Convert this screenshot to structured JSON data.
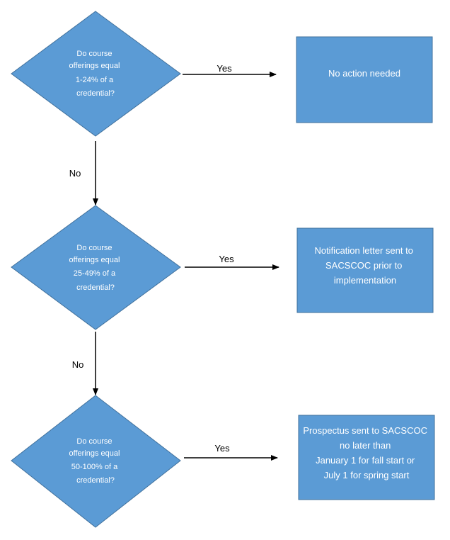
{
  "colors": {
    "shape_fill": "#5b9bd5",
    "shape_border": "#41719c",
    "shape_text": "#ffffff",
    "connector": "#000000"
  },
  "decisions": [
    {
      "lines": [
        "Do course",
        "offerings equal",
        "1-24% of a",
        "credential?"
      ]
    },
    {
      "lines": [
        "Do course",
        "offerings equal",
        "25-49% of a",
        "credential?"
      ]
    },
    {
      "lines": [
        "Do course",
        "offerings equal",
        "50-100% of a",
        "credential?"
      ]
    }
  ],
  "outcomes": [
    {
      "lines": [
        "No action needed"
      ]
    },
    {
      "lines": [
        "Notification letter sent to",
        "SACSCOC prior to",
        "implementation"
      ]
    },
    {
      "lines": [
        "Prospectus sent to SACSCOC",
        "no later than",
        "January 1 for fall start or",
        "July 1 for spring start"
      ]
    }
  ],
  "edges": {
    "yes_labels": [
      "Yes",
      "Yes",
      "Yes"
    ],
    "no_labels": [
      "No",
      "No"
    ]
  }
}
